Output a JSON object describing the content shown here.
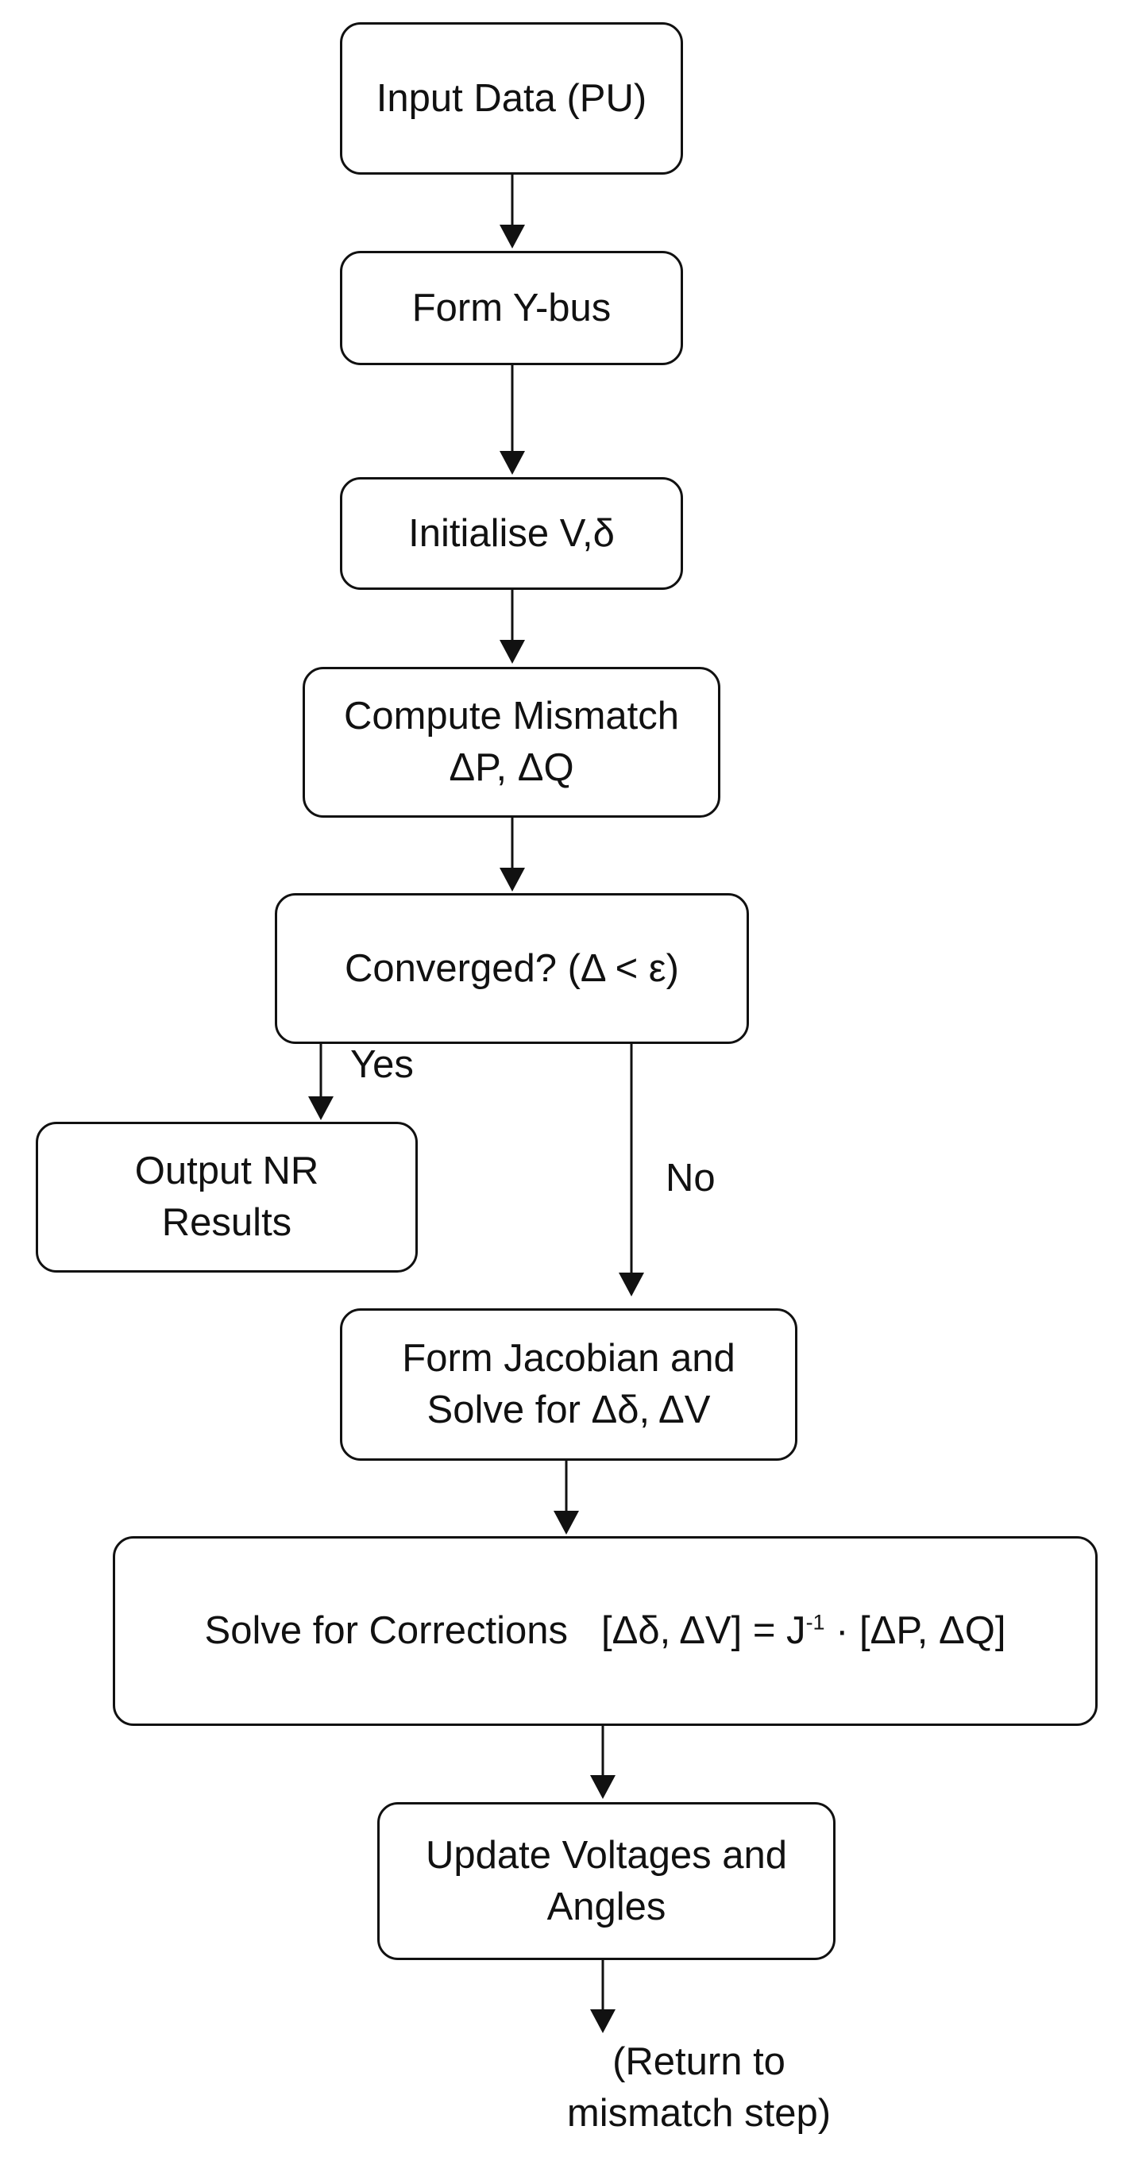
{
  "diagram": {
    "nodes": {
      "input_data": {
        "label": "Input Data (PU)"
      },
      "form_ybus": {
        "label": "Form Y-bus"
      },
      "initialise": {
        "label": "Initialise V,δ"
      },
      "compute_mismatch": {
        "line1": "Compute Mismatch",
        "line2": "ΔP, ΔQ"
      },
      "converged": {
        "label": "Converged? (Δ < ε)"
      },
      "output_results": {
        "line1": "Output NR",
        "line2": "Results"
      },
      "form_jacobian": {
        "line1": "Form Jacobian and",
        "line2": "Solve for Δδ, ΔV"
      },
      "solve_corrections": {
        "prefix": "Solve for Corrections",
        "formula_left": "[Δδ, ΔV] = J",
        "superscript": "-1",
        "formula_right": " · [ΔP, ΔQ]"
      },
      "update": {
        "line1": "Update Voltages and",
        "line2": "Angles"
      }
    },
    "edge_labels": {
      "yes": "Yes",
      "no": "No"
    },
    "terminal_note": {
      "line1": "(Return to",
      "line2": "mismatch step)"
    }
  }
}
